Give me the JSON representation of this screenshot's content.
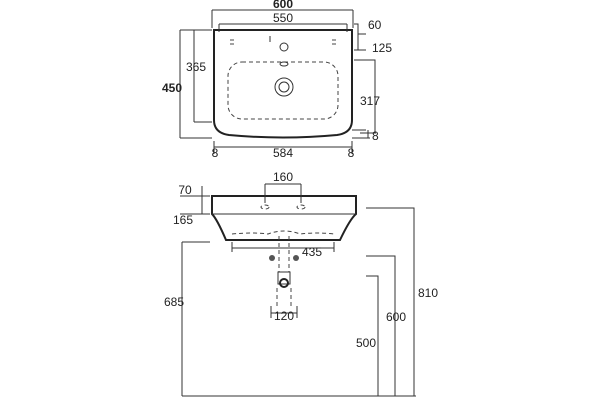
{
  "top_view": {
    "overall_width": "600",
    "inner_width": "550",
    "base_width": "584",
    "side_left": "8",
    "side_right": "8",
    "edge_right": "8",
    "tap_offset": "60",
    "tap_depth": "125",
    "overall_depth": "450",
    "bowl_depth": "365",
    "overflow_depth": "317"
  },
  "front_view": {
    "tap_spacing": "160",
    "rim_height": "70",
    "basin_height": "165",
    "waste_width": "435",
    "trap_width": "120",
    "floor_to_top": "685",
    "height_810": "810",
    "height_600": "600",
    "height_500": "500"
  }
}
